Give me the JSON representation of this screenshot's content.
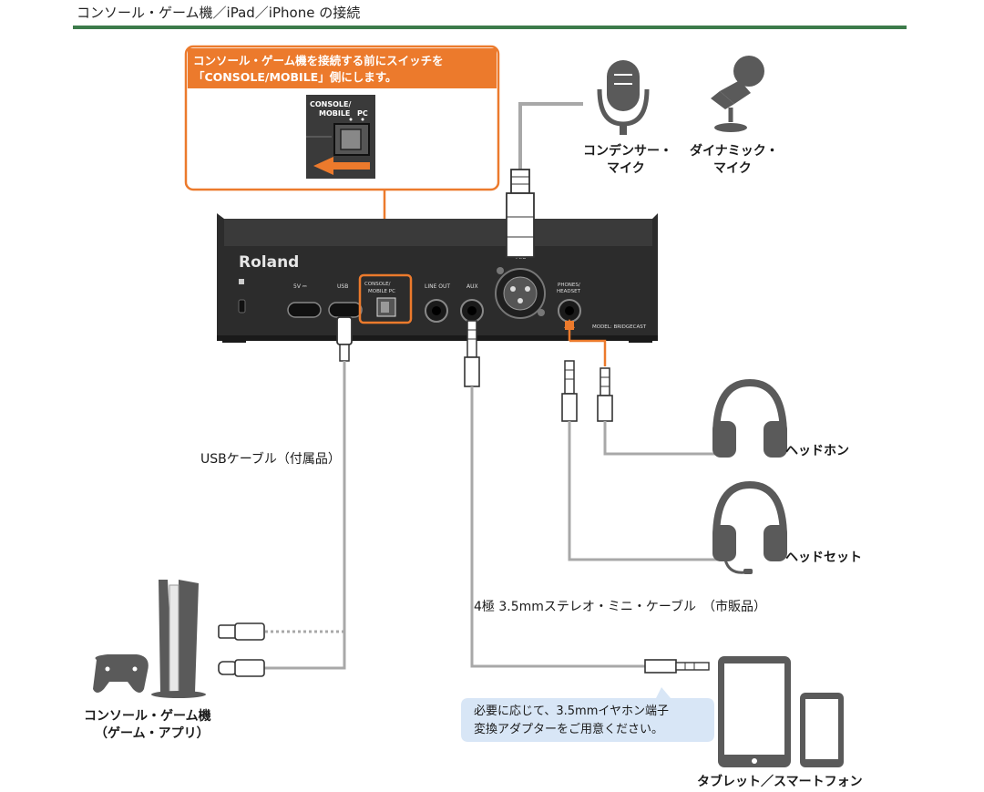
{
  "page": {
    "title": "コンソール・ゲーム機／iPad／iPhone の接続"
  },
  "callout": {
    "line1": "コンソール・ゲーム機を接続する前にスイッチを",
    "line2": "「CONSOLE/MOBILE」側にします。",
    "switch_label_left1": "CONSOLE/",
    "switch_label_left2": "MOBILE",
    "switch_label_right": "PC"
  },
  "device": {
    "brand": "Roland",
    "port_5v": "5V ⎓",
    "port_usb": "USB",
    "port_console1": "CONSOLE/",
    "port_console2": "MOBILE  PC",
    "port_lineout": "LINE OUT",
    "port_aux": "AUX",
    "port_mic": "MIC",
    "port_phones1": "PHONES/",
    "port_phones2": "HEADSET",
    "model": "MODEL: BRIDGECAST"
  },
  "mics": {
    "condenser_line1": "コンデンサー・",
    "condenser_line2": "マイク",
    "dynamic_line1": "ダイナミック・",
    "dynamic_line2": "マイク"
  },
  "labels": {
    "usb_cable": "USBケーブル（付属品）",
    "stereo_cable": "4極 3.5mmステレオ・ミニ・ケーブル　（市販品）",
    "headphones": "ヘッドホン",
    "headset": "ヘッドセット",
    "console_line1": "コンソール・ゲーム機",
    "console_line2": "（ゲーム・アプリ）",
    "tablet": "タブレット／スマートフォン"
  },
  "note": {
    "line1": "必要に応じて、3.5mmイヤホン端子",
    "line2": "変換アダプターをご用意ください。"
  },
  "colors": {
    "accent": "#ec7a2c",
    "rule": "#3c7b4a",
    "cable": "#a8a8a8",
    "device": "#2e2e2e",
    "icon": "#5a5a5a",
    "note_bg": "#d8e6f6"
  }
}
